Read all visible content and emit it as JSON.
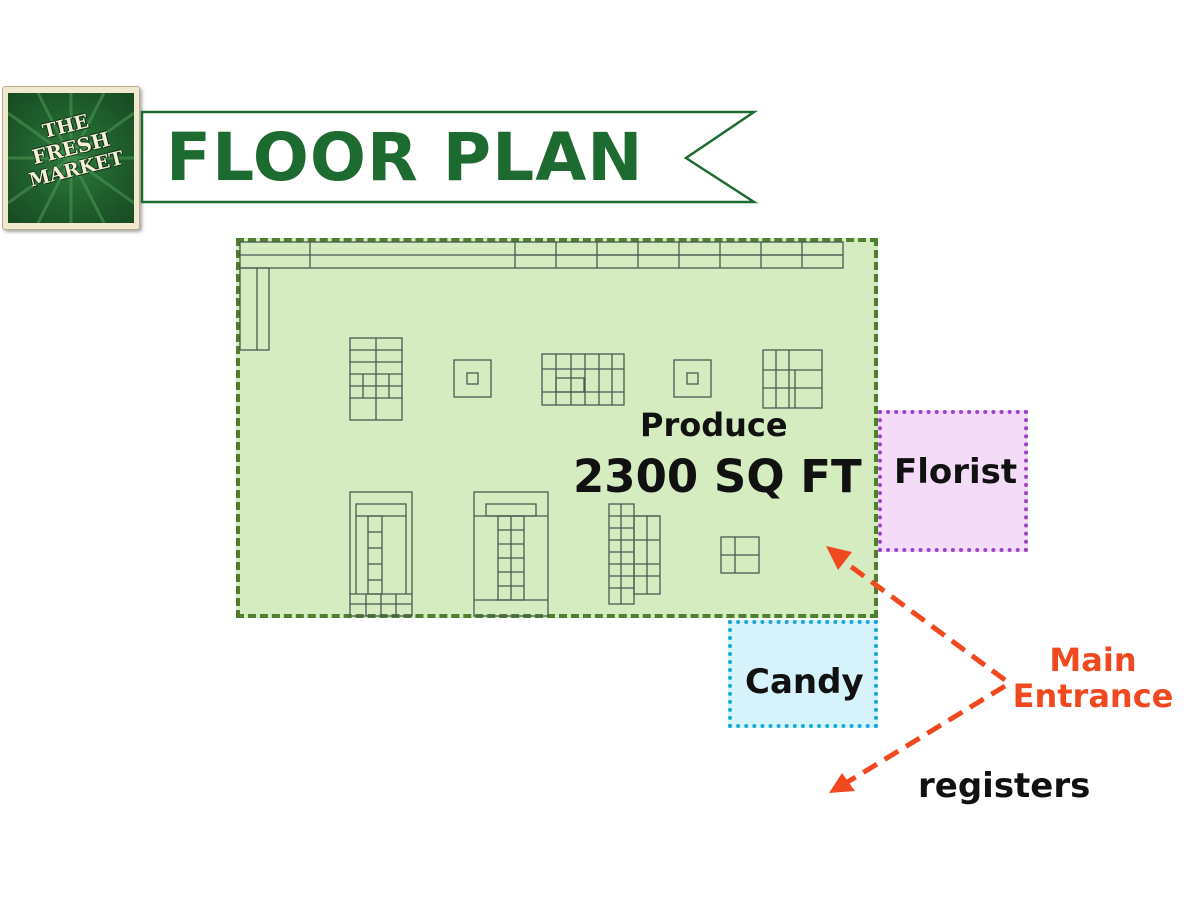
{
  "logo": {
    "line1": "THE",
    "line2": "FRESH",
    "line3": "MARKET"
  },
  "title": "FLOOR PLAN",
  "zones": {
    "produce": {
      "name": "Produce",
      "size": "2300 SQ FT"
    },
    "florist": {
      "name": "Florist"
    },
    "candy": {
      "name": "Candy"
    }
  },
  "annotations": {
    "entrance": "Main Entrance",
    "registers": "registers"
  },
  "colors": {
    "brand_green": "#1e6b31",
    "produce_fill": "#d5ecc1",
    "produce_border": "#4f7f2f",
    "florist_fill": "#f4dcf9",
    "florist_border": "#9b45c4",
    "candy_fill": "#d6f3fb",
    "candy_border": "#1ba8d8",
    "arrow": "#f0491f",
    "fixture_line": "#4a5a52"
  }
}
